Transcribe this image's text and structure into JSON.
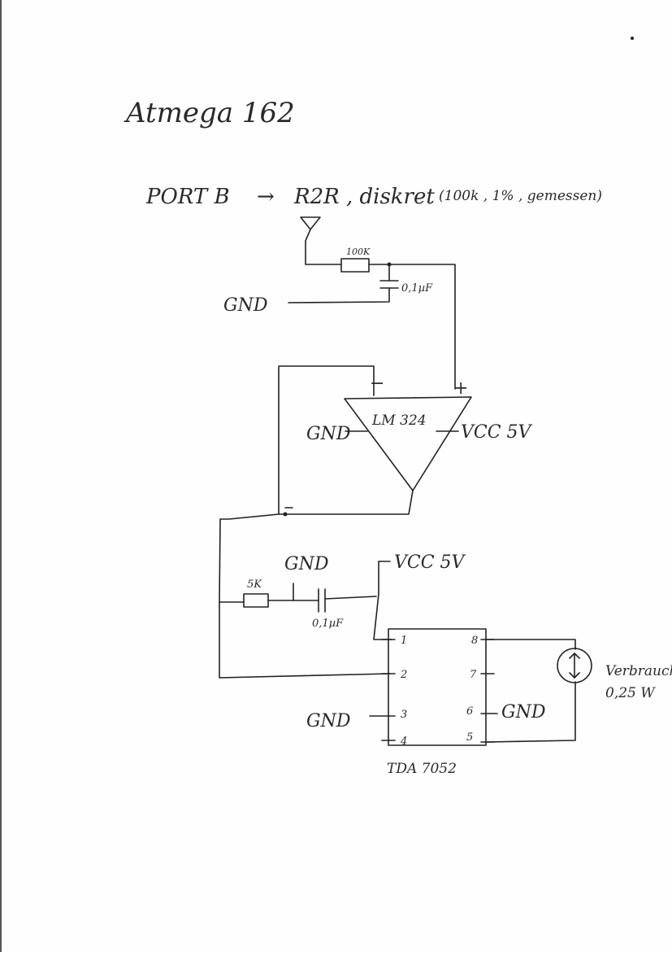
{
  "title": "Atmega 162",
  "port_line": {
    "port": "PORT B",
    "arrow": "→",
    "text": "R2R , diskret",
    "note": "(100k , 1% , gemessen)"
  },
  "filter": {
    "resistor": "100K",
    "capacitor": "0,1µF",
    "gnd": "GND"
  },
  "opamp": {
    "name": "LM 324",
    "minus": "−",
    "plus": "+",
    "gnd": "GND",
    "vcc": "VCC 5V"
  },
  "output_stage": {
    "resistor": "5K",
    "gnd": "GND",
    "capacitor": "0,1µF",
    "vcc": "VCC 5V"
  },
  "amp": {
    "name": "TDA 7052",
    "pins": {
      "p1": "1",
      "p2": "2",
      "p3": "3",
      "p4": "4",
      "p5": "5",
      "p6": "6",
      "p7": "7",
      "p8": "8"
    },
    "gnd_left": "GND",
    "gnd_right": "GND"
  },
  "speaker": {
    "label": "Verbraucht",
    "power": "0,25 W"
  }
}
